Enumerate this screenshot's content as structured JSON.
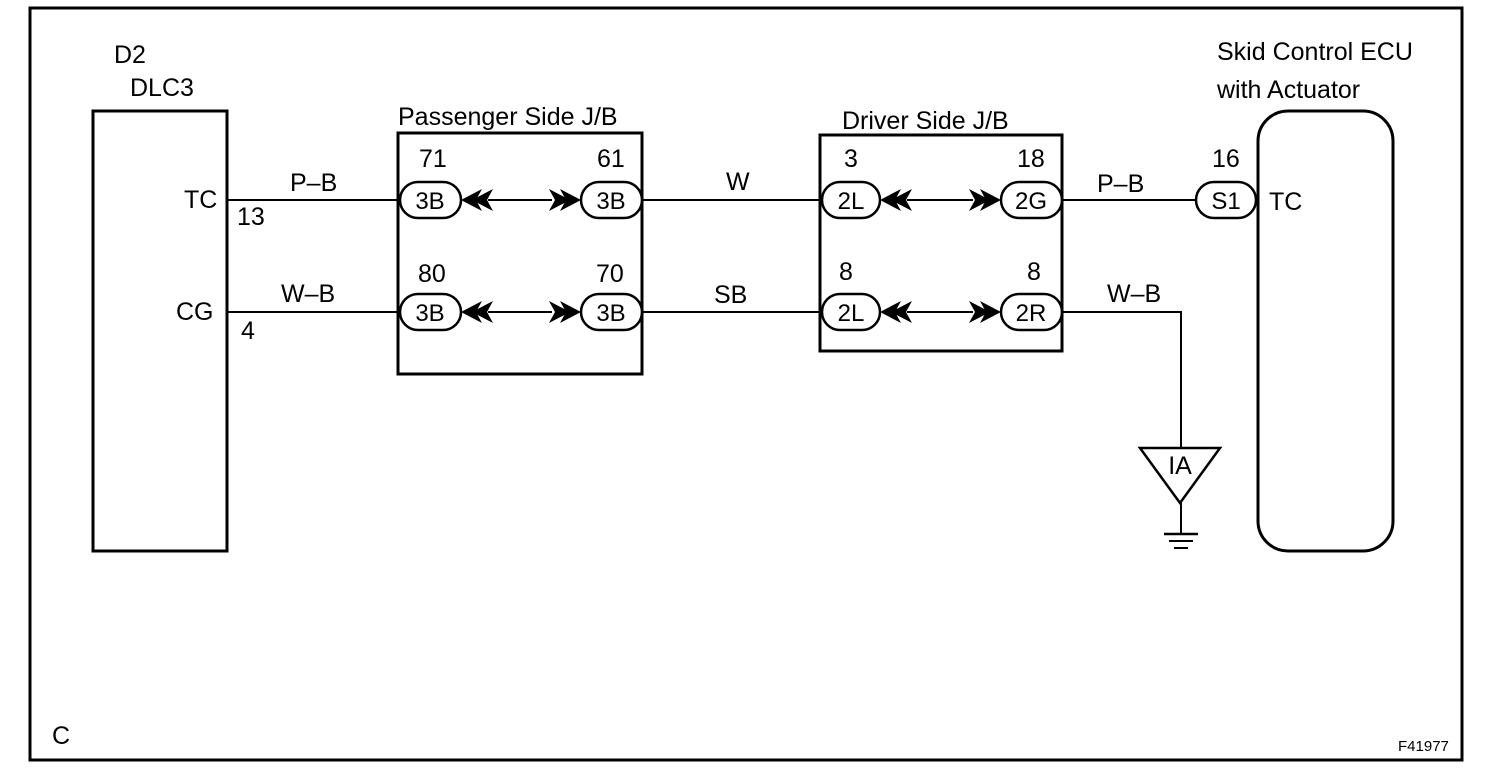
{
  "figure_code": "F41977",
  "corner_label": "C",
  "dlc3": {
    "id": "D2",
    "name": "DLC3",
    "pin_tc": "TC",
    "pin_cg": "CG",
    "tc_num": "13",
    "cg_num": "4"
  },
  "passenger_jb": {
    "title": "Passenger Side J/B",
    "top_left": {
      "pin": "71",
      "conn": "3B"
    },
    "top_right": {
      "pin": "61",
      "conn": "3B"
    },
    "bottom_left": {
      "pin": "80",
      "conn": "3B"
    },
    "bottom_right": {
      "pin": "70",
      "conn": "3B"
    }
  },
  "driver_jb": {
    "title": "Driver Side J/B",
    "top_left": {
      "pin": "3",
      "conn": "2L"
    },
    "top_right": {
      "pin": "18",
      "conn": "2G"
    },
    "bottom_left": {
      "pin": "8",
      "conn": "2L"
    },
    "bottom_right": {
      "pin": "8",
      "conn": "2R"
    }
  },
  "ecu": {
    "title_line1": "Skid Control ECU",
    "title_line2": "with Actuator",
    "pin": "16",
    "conn": "S1",
    "terminal": "TC"
  },
  "wires": {
    "w1": "P–B",
    "w2": "W–B",
    "w3": "W",
    "w4": "SB",
    "w5": "P–B",
    "w6": "W–B"
  },
  "ground": {
    "label": "IA"
  }
}
